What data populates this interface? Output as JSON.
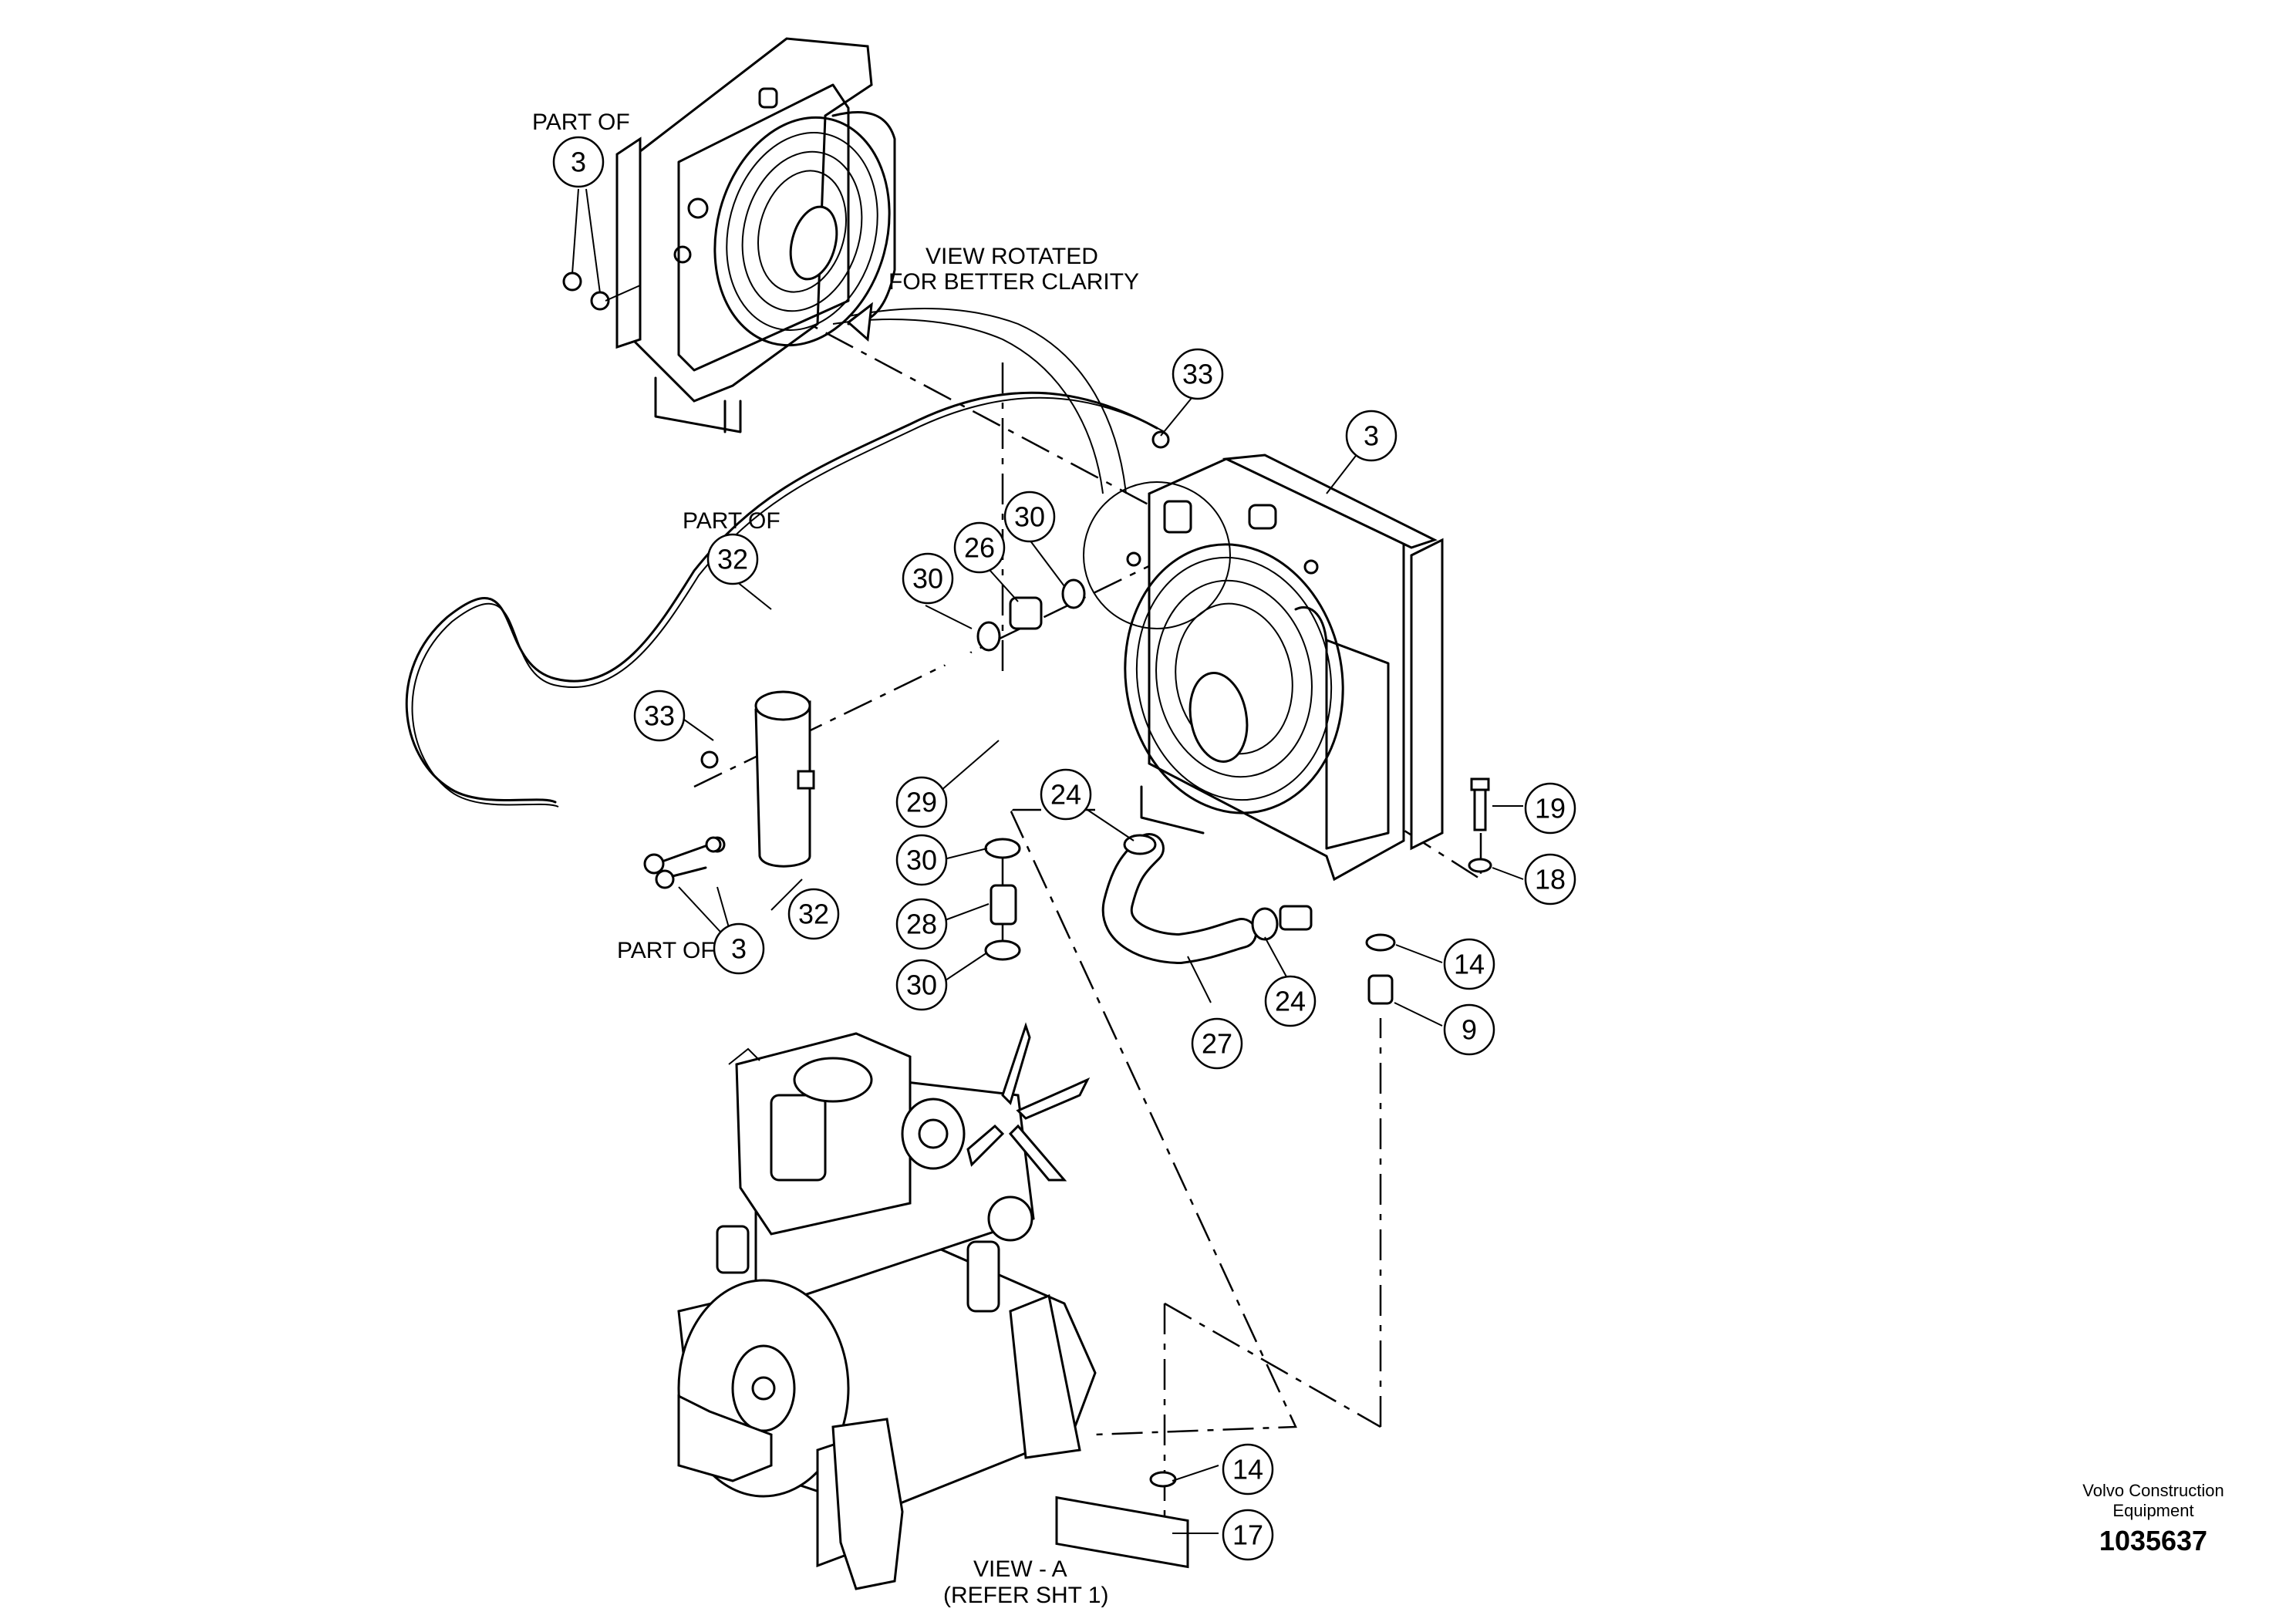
{
  "notes": {
    "view_rotated_line1": "VIEW ROTATED",
    "view_rotated_line2": "FOR BETTER CLARITY",
    "part_of": "PART OF",
    "view_a_line1": "VIEW - A",
    "view_a_line2": "(REFER SHT 1)"
  },
  "brand": {
    "line1": "Volvo Construction",
    "line2": "Equipment",
    "drawing_number": "1035637"
  },
  "callouts": {
    "c3_top": "3",
    "c3_right": "3",
    "c3_bottom": "3",
    "c33_top": "33",
    "c33_left": "33",
    "c32_partof": "32",
    "c32_tank": "32",
    "c30_a": "30",
    "c30_b": "30",
    "c30_c": "30",
    "c30_d": "30",
    "c26": "26",
    "c29": "29",
    "c28": "28",
    "c24_a": "24",
    "c24_b": "24",
    "c27": "27",
    "c19": "19",
    "c18": "18",
    "c14_a": "14",
    "c14_b": "14",
    "c9": "9",
    "c17": "17"
  },
  "icons": {
    "radiator_top": "radiator-fan-assembly-icon",
    "radiator_main": "radiator-fan-assembly-icon",
    "engine": "engine-assembly-icon",
    "tank": "expansion-tank-icon"
  }
}
